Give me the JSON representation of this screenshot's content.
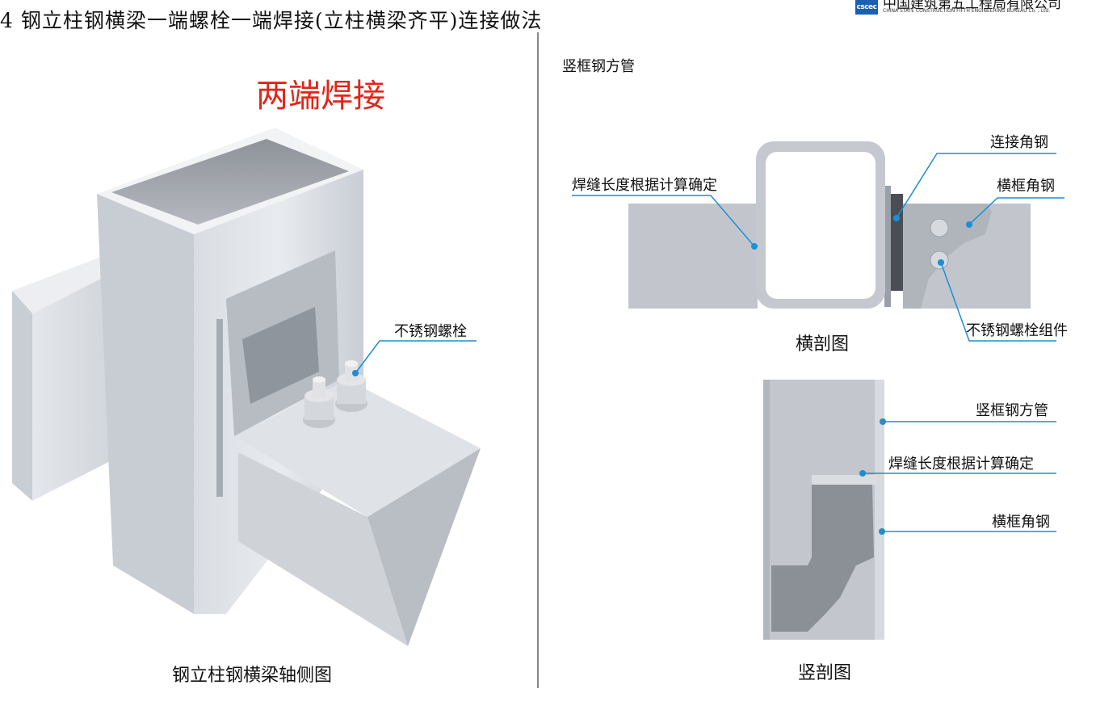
{
  "header": {
    "title": "4 钢立柱钢横梁一端螺栓一端焊接(立柱横梁齐平)连接做法",
    "logo_cn": "中国建筑第五工程局有限公司",
    "logo_en": "CHINA STATE CONSTRUCTION FIFTH ENGINEERING BUREAU Co. , Ltd.",
    "logo_mark": "cscec"
  },
  "left_panel": {
    "red_title": "两端焊接",
    "bolt_label": "不锈钢螺栓",
    "caption": "钢立柱钢横梁轴侧图"
  },
  "right_panel": {
    "top_label": "竖框钢方管",
    "horizontal_section": {
      "weld_label": "焊缝长度根据计算确定",
      "connect_angle_label": "连接角钢",
      "frame_angle_label": "横框角钢",
      "bolt_assembly_label": "不锈钢螺栓组件",
      "caption": "横剖图"
    },
    "vertical_section": {
      "tube_label": "竖框钢方管",
      "weld_label": "焊缝长度根据计算确定",
      "angle_label": "横框角钢",
      "caption": "竖剖图"
    }
  },
  "colors": {
    "accent_blue": "#1a8fd6",
    "title_red": "#e0261a"
  }
}
